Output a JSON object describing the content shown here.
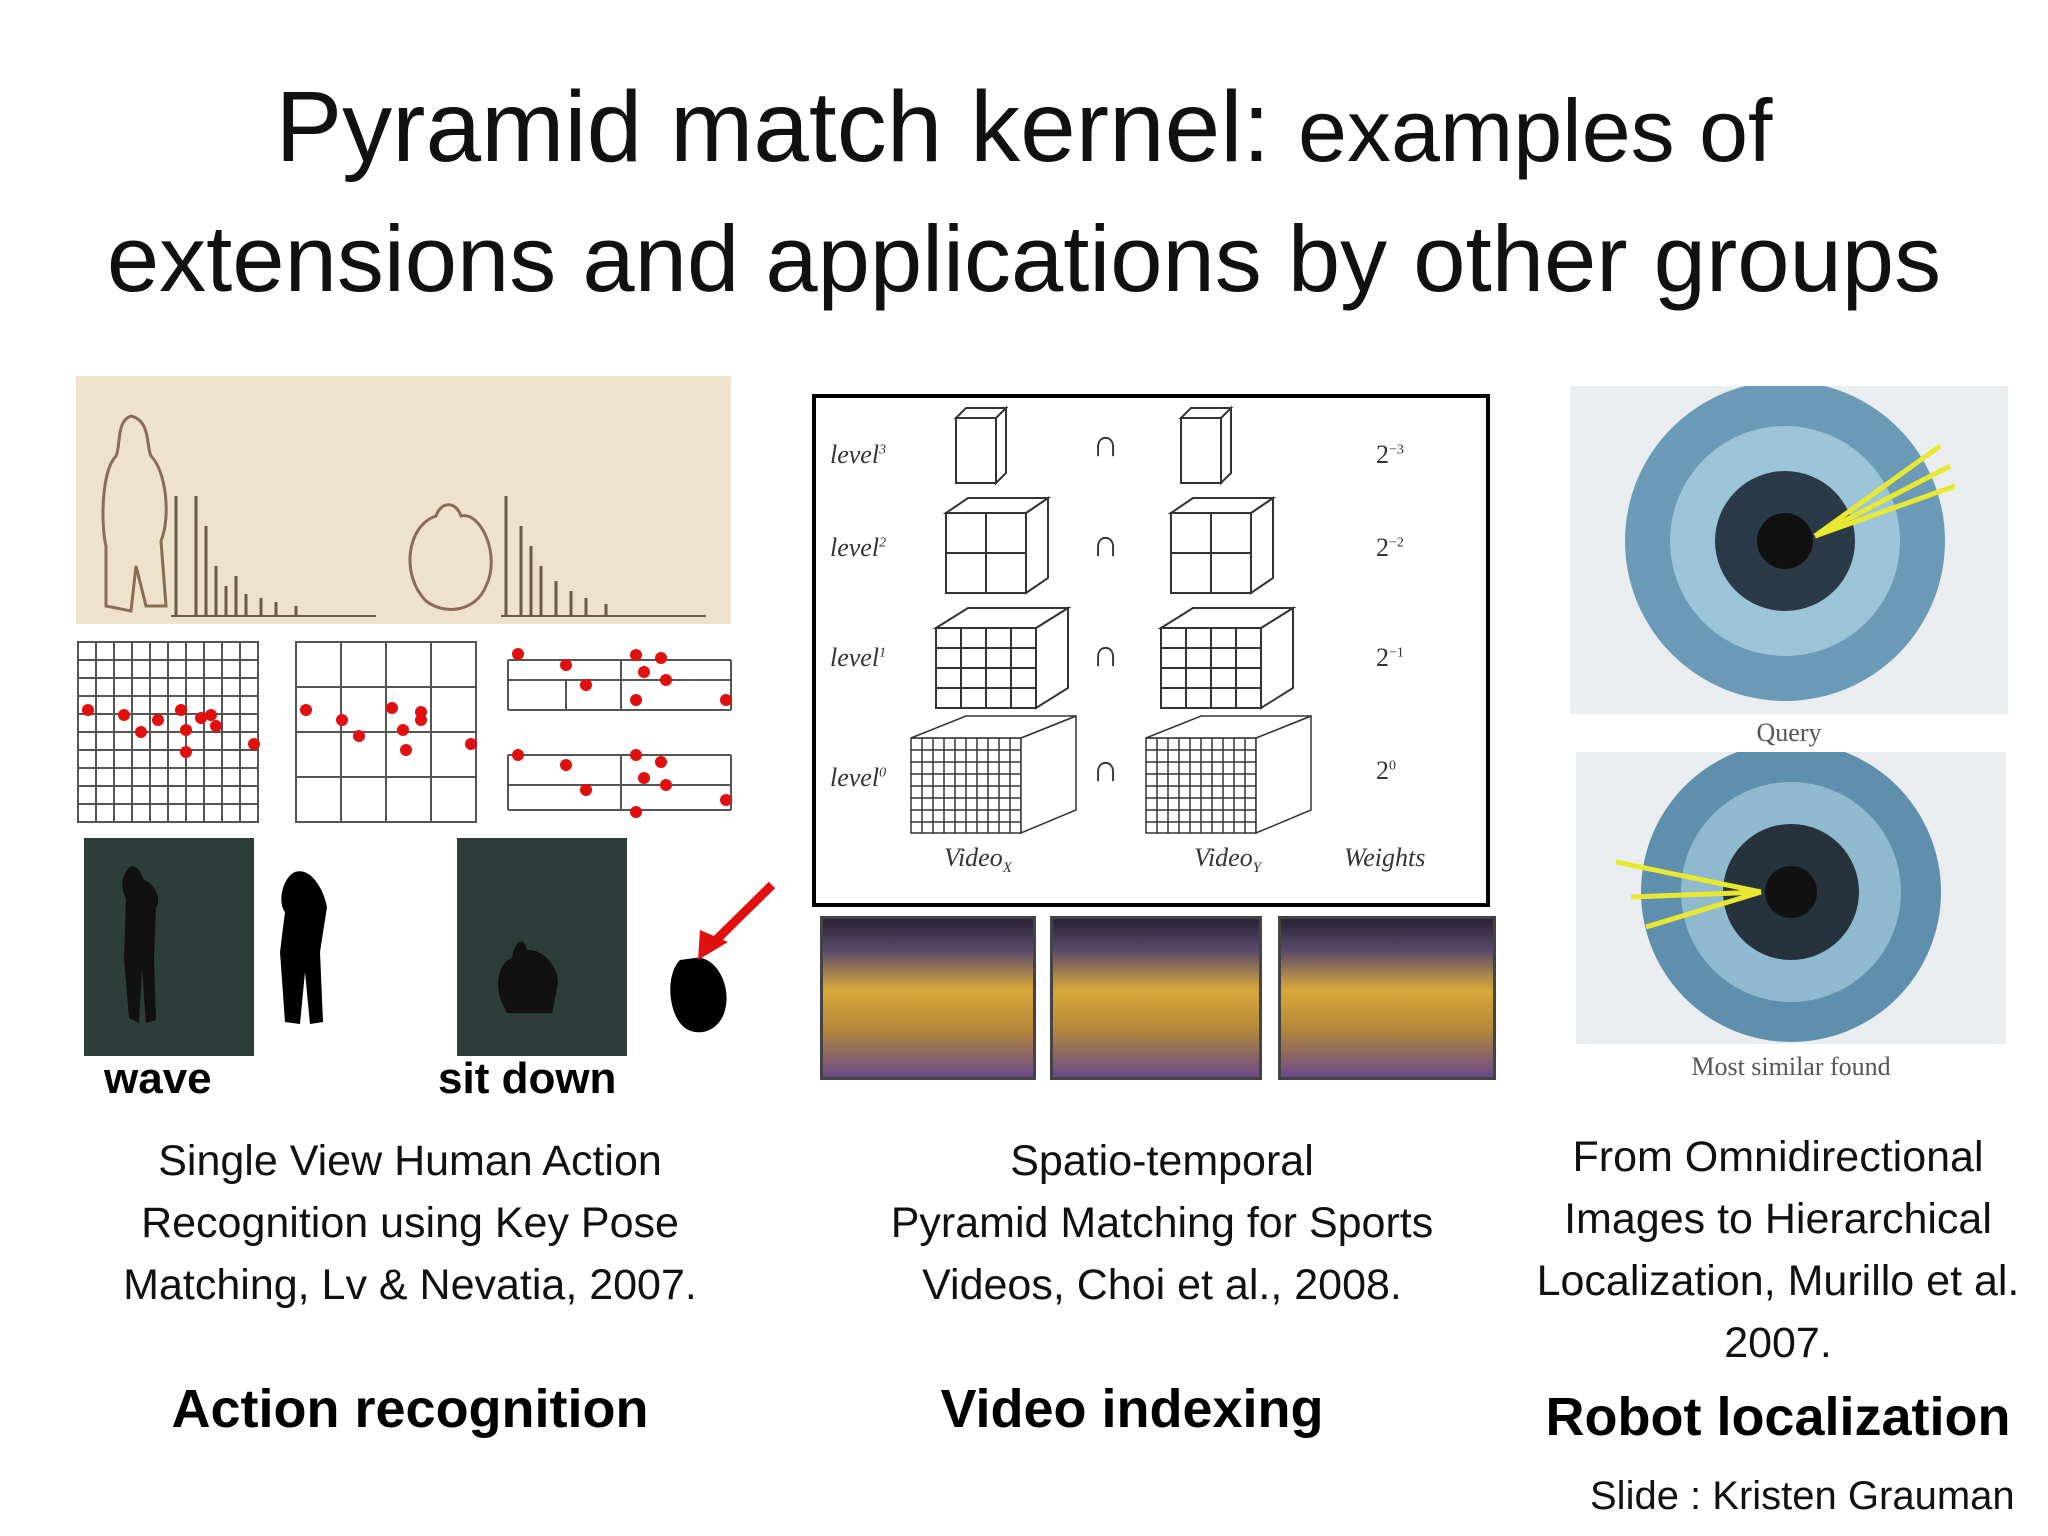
{
  "title": {
    "line1_main": "Pyramid match kernel:",
    "line1_small": "examples of",
    "line2": "extensions and applications by other groups"
  },
  "left": {
    "labels": {
      "wave": "wave",
      "sit_down": "sit down"
    },
    "caption": [
      "Single View Human Action",
      "Recognition using Key Pose",
      "Matching, Lv & Nevatia, 2007."
    ],
    "heading": "Action recognition"
  },
  "middle": {
    "diagram": {
      "levels": [
        "level",
        "level",
        "level",
        "level"
      ],
      "level_sup": [
        "3",
        "2",
        "1",
        "0"
      ],
      "weights": [
        "2",
        "2",
        "2",
        "2"
      ],
      "weight_sup": [
        "−3",
        "−2",
        "−1",
        "0"
      ],
      "intersect_symbol": "∩",
      "video_x": "Video",
      "video_x_sub": "X",
      "video_y": "Video",
      "video_y_sub": "Y",
      "weights_label": "Weights"
    },
    "caption": [
      "Spatio-temporal",
      "Pyramid Matching for Sports",
      "Videos, Choi et al., 2008."
    ],
    "heading": "Video indexing"
  },
  "right": {
    "query_label": "Query",
    "found_label": "Most similar found",
    "caption": [
      "From Omnidirectional",
      "Images to Hierarchical",
      "Localization, Murillo et al.",
      "2007."
    ],
    "heading": "Robot localization"
  },
  "credit": "Slide : Kristen Grauman"
}
